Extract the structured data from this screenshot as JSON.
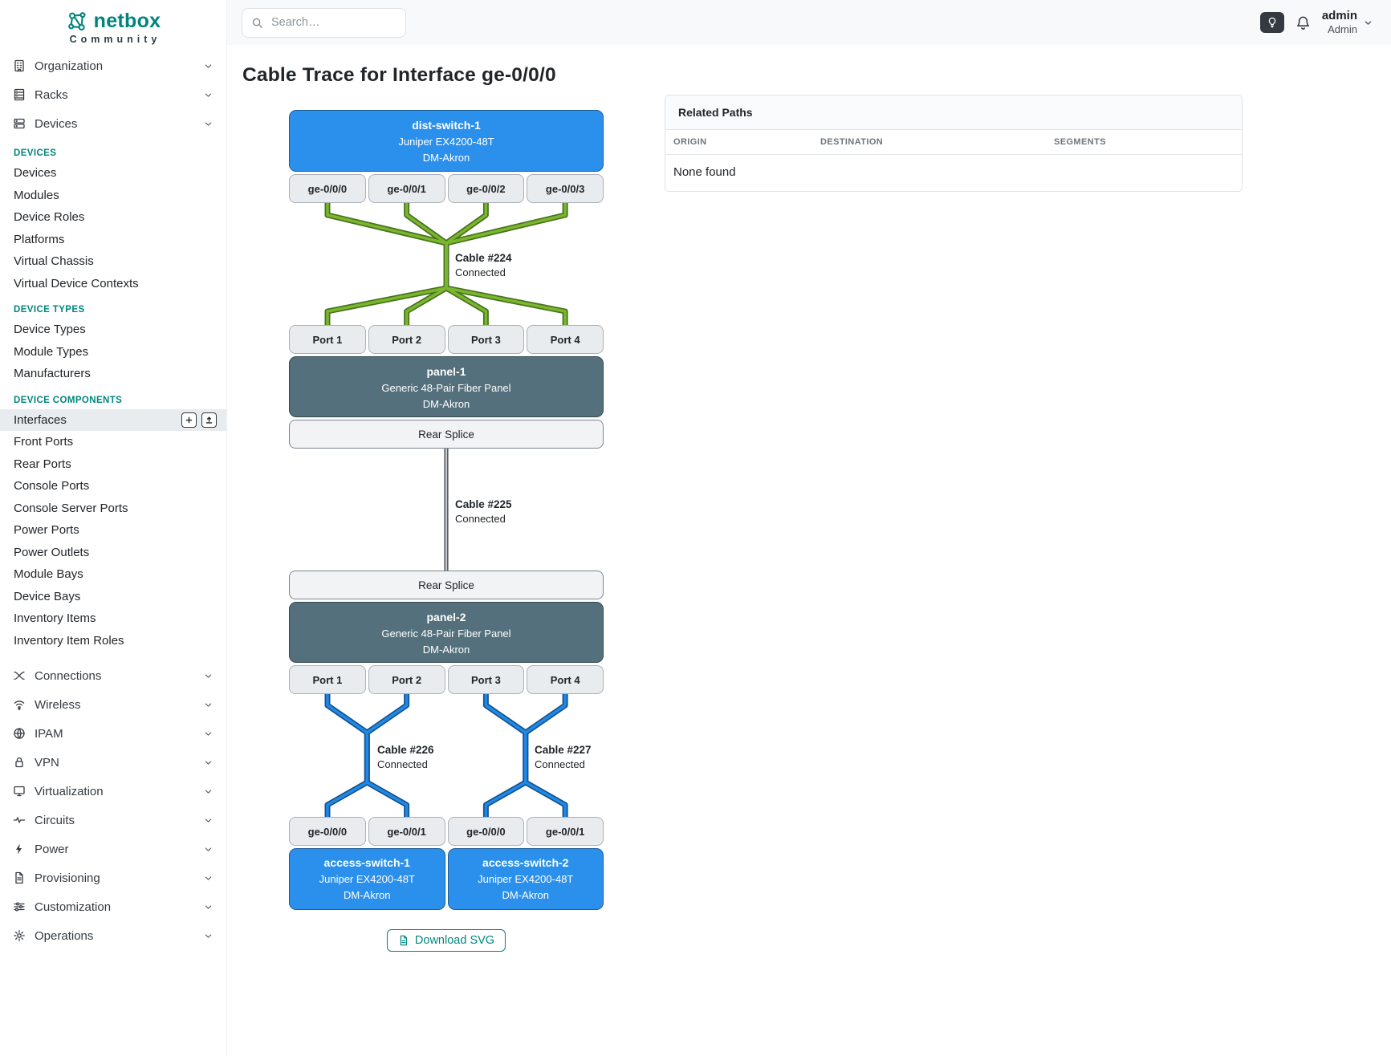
{
  "colors": {
    "accent": "#00857e",
    "device_blue": "#2b90ec",
    "panel_slate": "#54707c"
  },
  "brand": {
    "name": "netbox",
    "subtitle": "Community"
  },
  "topbar": {
    "search_placeholder": "Search…",
    "user": {
      "name": "admin",
      "role": "Admin"
    }
  },
  "sidebar": {
    "active_item": "Interfaces",
    "items": [
      {
        "label": "Organization",
        "icon": "building-icon"
      },
      {
        "label": "Racks",
        "icon": "racks-icon"
      },
      {
        "label": "Devices",
        "icon": "devices-icon",
        "expanded": true,
        "sections": [
          {
            "title": "DEVICES",
            "items": [
              "Devices",
              "Modules",
              "Device Roles",
              "Platforms",
              "Virtual Chassis",
              "Virtual Device Contexts"
            ]
          },
          {
            "title": "DEVICE TYPES",
            "items": [
              "Device Types",
              "Module Types",
              "Manufacturers"
            ]
          },
          {
            "title": "DEVICE COMPONENTS",
            "items": [
              "Interfaces",
              "Front Ports",
              "Rear Ports",
              "Console Ports",
              "Console Server Ports",
              "Power Ports",
              "Power Outlets",
              "Module Bays",
              "Device Bays",
              "Inventory Items",
              "Inventory Item Roles"
            ]
          }
        ]
      },
      {
        "label": "Connections",
        "icon": "connections-icon"
      },
      {
        "label": "Wireless",
        "icon": "wireless-icon"
      },
      {
        "label": "IPAM",
        "icon": "ipam-icon"
      },
      {
        "label": "VPN",
        "icon": "vpn-icon"
      },
      {
        "label": "Virtualization",
        "icon": "virtualization-icon"
      },
      {
        "label": "Circuits",
        "icon": "circuits-icon"
      },
      {
        "label": "Power",
        "icon": "power-icon"
      },
      {
        "label": "Provisioning",
        "icon": "provisioning-icon"
      },
      {
        "label": "Customization",
        "icon": "customization-icon"
      },
      {
        "label": "Operations",
        "icon": "operations-icon"
      }
    ]
  },
  "page": {
    "title": "Cable Trace for Interface ge-0/0/0"
  },
  "trace": {
    "top_device": {
      "name": "dist-switch-1",
      "model": "Juniper EX4200-48T",
      "site": "DM-Akron"
    },
    "top_ports": [
      "ge-0/0/0",
      "ge-0/0/1",
      "ge-0/0/2",
      "ge-0/0/3"
    ],
    "panel1": {
      "name": "panel-1",
      "model": "Generic 48-Pair Fiber Panel",
      "site": "DM-Akron"
    },
    "panel1_ports": [
      "Port 1",
      "Port 2",
      "Port 3",
      "Port 4"
    ],
    "rear_splice_top": "Rear Splice",
    "rear_splice_bottom": "Rear Splice",
    "panel2": {
      "name": "panel-2",
      "model": "Generic 48-Pair Fiber Panel",
      "site": "DM-Akron"
    },
    "panel2_ports": [
      "Port 1",
      "Port 2",
      "Port 3",
      "Port 4"
    ],
    "bottom_ports": [
      "ge-0/0/0",
      "ge-0/0/1",
      "ge-0/0/0",
      "ge-0/0/1"
    ],
    "bottom_devices": [
      {
        "name": "access-switch-1",
        "model": "Juniper EX4200-48T",
        "site": "DM-Akron"
      },
      {
        "name": "access-switch-2",
        "model": "Juniper EX4200-48T",
        "site": "DM-Akron"
      }
    ],
    "cables": [
      {
        "label": "Cable #224",
        "status": "Connected",
        "color": "#7ab62e",
        "edge": "#49731d"
      },
      {
        "label": "Cable #225",
        "status": "Connected",
        "color": "#c9ccce",
        "edge": "#343a40"
      },
      {
        "label": "Cable #226",
        "status": "Connected",
        "color": "#2089e8",
        "edge": "#14538f"
      },
      {
        "label": "Cable #227",
        "status": "Connected",
        "color": "#2089e8",
        "edge": "#14538f"
      }
    ],
    "download_label": "Download SVG"
  },
  "related_paths": {
    "title": "Related Paths",
    "columns": [
      "ORIGIN",
      "DESTINATION",
      "SEGMENTS"
    ],
    "empty_text": "None found"
  }
}
